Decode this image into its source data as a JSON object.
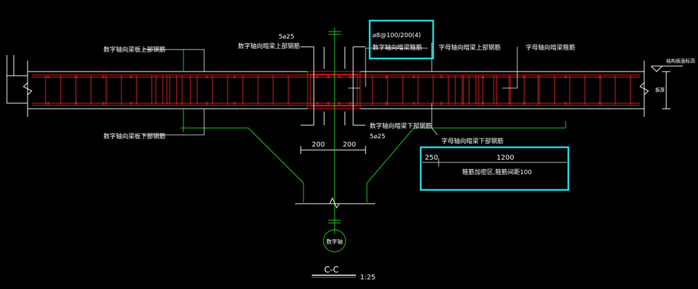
{
  "drawing": {
    "labels": {
      "top_left_long": "数字轴向梁板上部钢筋",
      "bottom_left_long": "数字轴向梁板下部钢筋",
      "top_bar_count": "5⌀25",
      "bottom_bar_count": "5⌀25",
      "stirrup_spec": "⌀8@100/200(4)",
      "stirrup_desc": "数字轴向暗梁箍筋",
      "top_letter_axis": "字母轴向暗梁上部钢筋",
      "right_stirrup": "字母轴向暗梁箍筋",
      "bottom_num_axis": "数字轴向暗梁下部钢筋",
      "bottom_letter_axis": "字母轴向暗梁下部钢筋",
      "right_edge_note": "结构板面标高",
      "right_height": "板厚"
    },
    "dimensions": {
      "d1": "200",
      "d2": "200",
      "d3": "250",
      "d4": "1200"
    },
    "encryption_note": "箍筋加密区,箍筋间距100",
    "axis_bubble": "数字轴",
    "section_title": "C-C",
    "scale": "1:25"
  }
}
